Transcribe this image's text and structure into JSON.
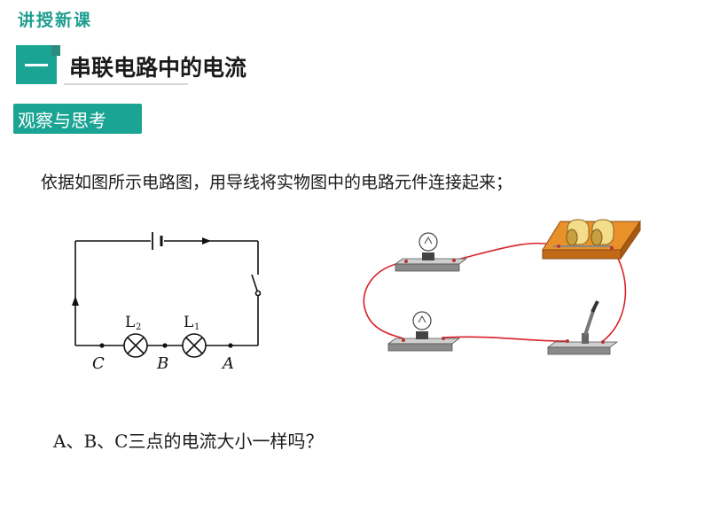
{
  "header": {
    "label": "讲授新课"
  },
  "section": {
    "title": "串联电路中的电流"
  },
  "tag": {
    "label": "观察与思考"
  },
  "instruction": {
    "text": "依据如图所示电路图，用导线将实物图中的电路元件连接起来；"
  },
  "circuit": {
    "lamp1": "L",
    "lamp1_sub": "1",
    "lamp2": "L",
    "lamp2_sub": "2",
    "point_a": "A",
    "point_b": "B",
    "point_c": "C"
  },
  "question": {
    "text": "A、B、C三点的电流大小一样吗？"
  },
  "colors": {
    "accent": "#1aa494",
    "wire": "#d8222a",
    "board": "#e8902a"
  }
}
